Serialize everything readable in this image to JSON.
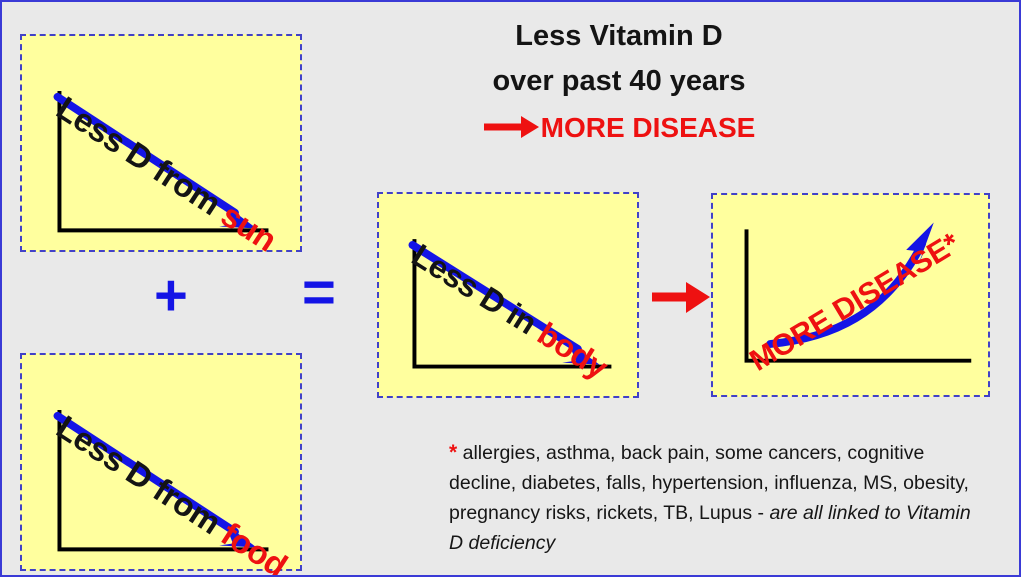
{
  "page": {
    "background_color": "#e9e9e9",
    "border_color": "#3a3ad6",
    "panel_fill": "#ffff9e",
    "panel_border": "#4141c8",
    "accent_red": "#ee1111",
    "accent_blue": "#1414e6"
  },
  "headline": {
    "line1": "Less Vitamin D",
    "line2": "over past 40 years",
    "arrow_glyph": "→",
    "line3": "MORE DISEASE"
  },
  "operators": {
    "plus": "+",
    "equals": "=",
    "arrow": "→"
  },
  "panels": [
    {
      "id": "panel-sun",
      "label_prefix": "Less D from ",
      "label_accent": "sun",
      "trend": "down",
      "axis_color": "#000000",
      "arrow_color": "#1414e6"
    },
    {
      "id": "panel-food",
      "label_prefix": "Less D from ",
      "label_accent": "food",
      "trend": "down",
      "axis_color": "#000000",
      "arrow_color": "#1414e6"
    },
    {
      "id": "panel-body",
      "label_prefix": "Less D in ",
      "label_accent": "body",
      "trend": "down",
      "axis_color": "#000000",
      "arrow_color": "#1414e6"
    },
    {
      "id": "panel-disease",
      "label_prefix": "",
      "label_accent": "MORE DISEASE*",
      "trend": "up",
      "axis_color": "#000000",
      "arrow_color": "#1414e6"
    }
  ],
  "footnote": {
    "star": "*",
    "list": " allergies, asthma, back pain, some cancers, cognitive decline, diabetes, falls, hypertension, influenza, MS, obesity, pregnancy risks, rickets, TB, Lupus - ",
    "italic_tail": "are all linked to Vitamin D deficiency"
  }
}
